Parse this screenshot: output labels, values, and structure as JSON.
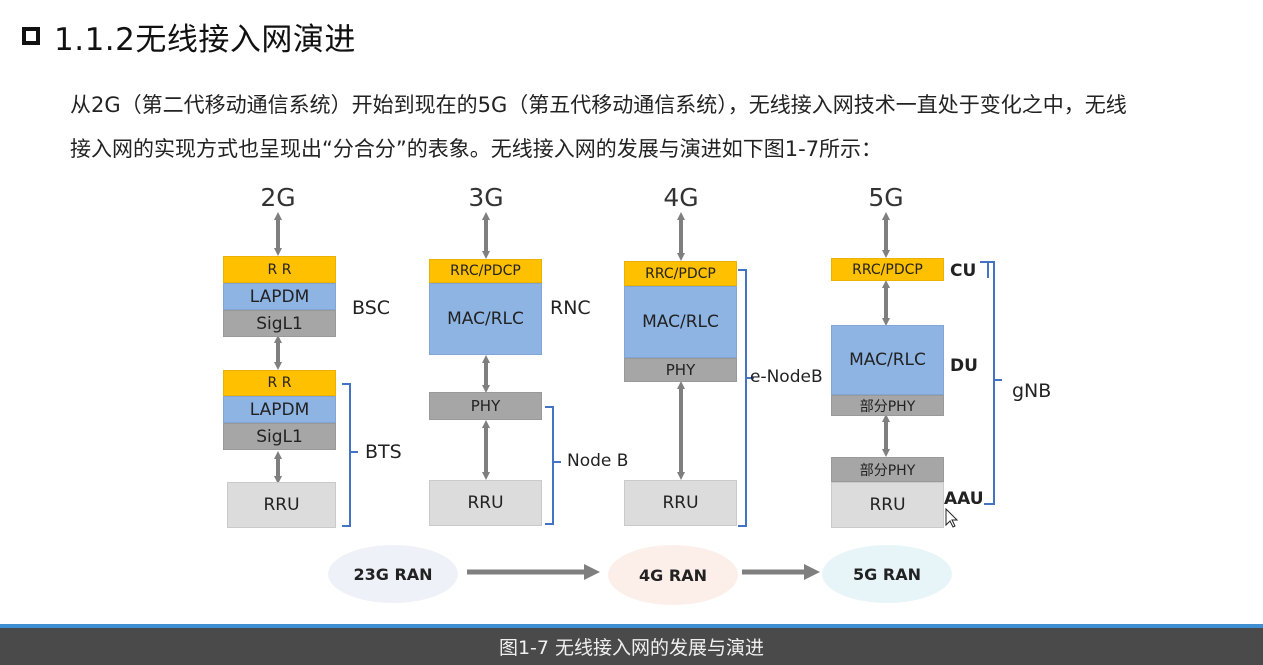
{
  "title": "1.1.2无线接入网演进",
  "paragraph": {
    "line1": "从2G（第二代移动通信系统）开始到现在的5G（第五代移动通信系统），无线接入网技术一直处于变化之中，无线",
    "line2": "接入网的实现方式也呈现出“分合分”的表象。无线接入网的发展与演进如下图1-7所示："
  },
  "diagram": {
    "generations": {
      "g2": "2G",
      "g3": "3G",
      "g4": "4G",
      "g5": "5G"
    },
    "col2g": {
      "upper": {
        "rr": "R R",
        "lapdm": "LAPDM",
        "sigl1": "SigL1",
        "label": "BSC"
      },
      "lower": {
        "rr": "R R",
        "lapdm": "LAPDM",
        "sigl1": "SigL1",
        "rru": "RRU",
        "label": "BTS"
      }
    },
    "col3g": {
      "rrc": "RRC/PDCP",
      "mac": "MAC/RLC",
      "rnc": "RNC",
      "phy": "PHY",
      "rru": "RRU",
      "nodeb": "Node B"
    },
    "col4g": {
      "rrc": "RRC/PDCP",
      "mac": "MAC/RLC",
      "phy": "PHY",
      "rru": "RRU",
      "enodeb": "e-NodeB"
    },
    "col5g": {
      "rrc": "RRC/PDCP",
      "cu": "CU",
      "mac": "MAC/RLC",
      "partial_phy1": "部分PHY",
      "du": "DU",
      "partial_phy2": "部分PHY",
      "rru": "RRU",
      "aau": "AAU",
      "gnb": "gNB"
    },
    "ran": {
      "r23g": "23G RAN",
      "r4g": "4G RAN",
      "r5g": "5G RAN"
    }
  },
  "colors": {
    "orange": "#ffc000",
    "blue": "#8eb4e3",
    "gray": "#a6a6a6",
    "lightgray": "#dcdcdc",
    "arrow": "#7f7f7f",
    "bracket": "#4472c4"
  },
  "caption": "图1-7  无线接入网的发展与演进"
}
